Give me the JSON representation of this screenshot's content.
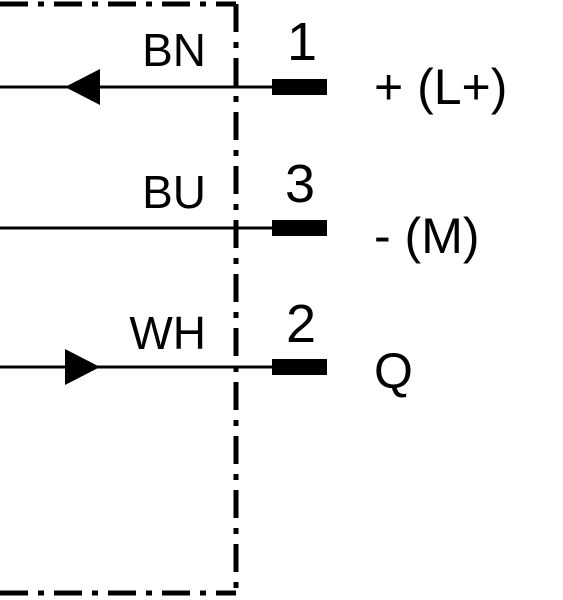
{
  "diagram": {
    "wires": [
      {
        "color_code": "BN",
        "pin": "1",
        "terminal": "+ (L+)",
        "arrow": "left"
      },
      {
        "color_code": "BU",
        "pin": "3",
        "terminal": "- (M)",
        "arrow": "none"
      },
      {
        "color_code": "WH",
        "pin": "2",
        "terminal": "Q",
        "arrow": "right"
      }
    ],
    "colors": {
      "line": "#000000",
      "background": "#ffffff"
    }
  }
}
